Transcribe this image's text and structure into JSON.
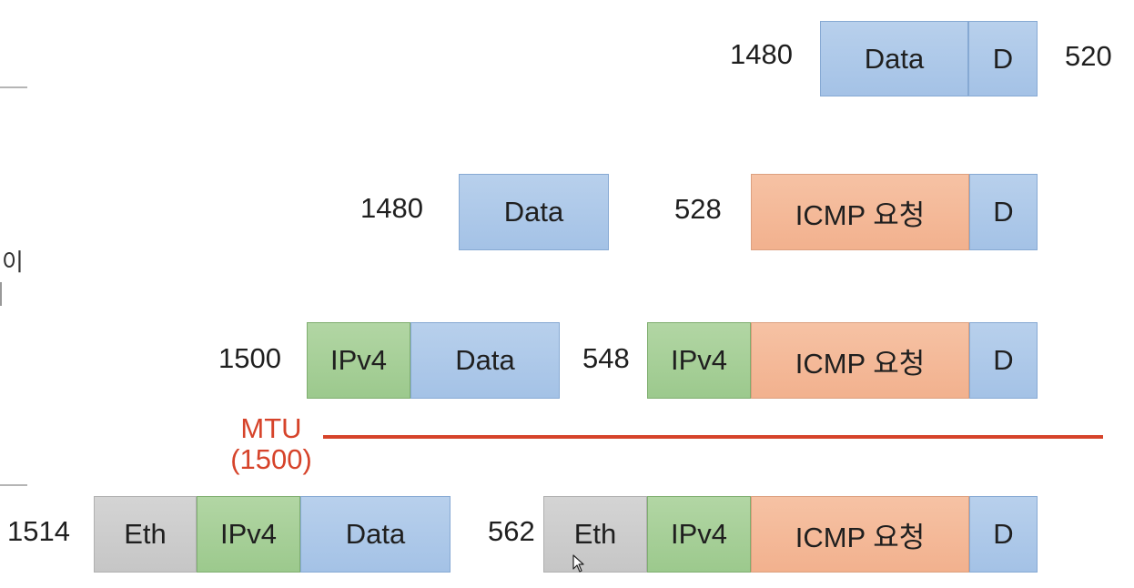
{
  "rows": [
    {
      "id": "row1",
      "left_size": "1480",
      "right_size": "520",
      "left_boxes": [],
      "right_boxes": [
        {
          "type": "data",
          "label": "Data"
        },
        {
          "type": "data",
          "label": "D"
        }
      ]
    },
    {
      "id": "row2",
      "left_size": "1480",
      "right_size": "528",
      "left_boxes": [
        {
          "type": "data",
          "label": "Data"
        }
      ],
      "right_boxes": [
        {
          "type": "icmp",
          "label": "ICMP 요청"
        },
        {
          "type": "data",
          "label": "D"
        }
      ]
    },
    {
      "id": "row3",
      "left_size": "1500",
      "right_size": "548",
      "left_boxes": [
        {
          "type": "ipv4",
          "label": "IPv4"
        },
        {
          "type": "data",
          "label": "Data"
        }
      ],
      "right_boxes": [
        {
          "type": "ipv4",
          "label": "IPv4"
        },
        {
          "type": "icmp",
          "label": "ICMP 요청"
        },
        {
          "type": "data",
          "label": "D"
        }
      ]
    },
    {
      "id": "row4",
      "left_size": "1514",
      "right_size": "562",
      "left_boxes": [
        {
          "type": "eth",
          "label": "Eth"
        },
        {
          "type": "ipv4",
          "label": "IPv4"
        },
        {
          "type": "data",
          "label": "Data"
        }
      ],
      "right_boxes": [
        {
          "type": "eth",
          "label": "Eth"
        },
        {
          "type": "ipv4",
          "label": "IPv4"
        },
        {
          "type": "icmp",
          "label": "ICMP 요청"
        },
        {
          "type": "data",
          "label": "D"
        }
      ]
    }
  ],
  "mtu": {
    "label": "MTU",
    "value": "(1500)"
  },
  "edge_fragment": "이",
  "colors": {
    "data": "#a9c6e8",
    "ipv4": "#a3cd95",
    "icmp": "#f4b899",
    "eth": "#cccccc",
    "mtu": "#d6432a"
  },
  "icons": {
    "cursor": "mouse-pointer-icon"
  }
}
